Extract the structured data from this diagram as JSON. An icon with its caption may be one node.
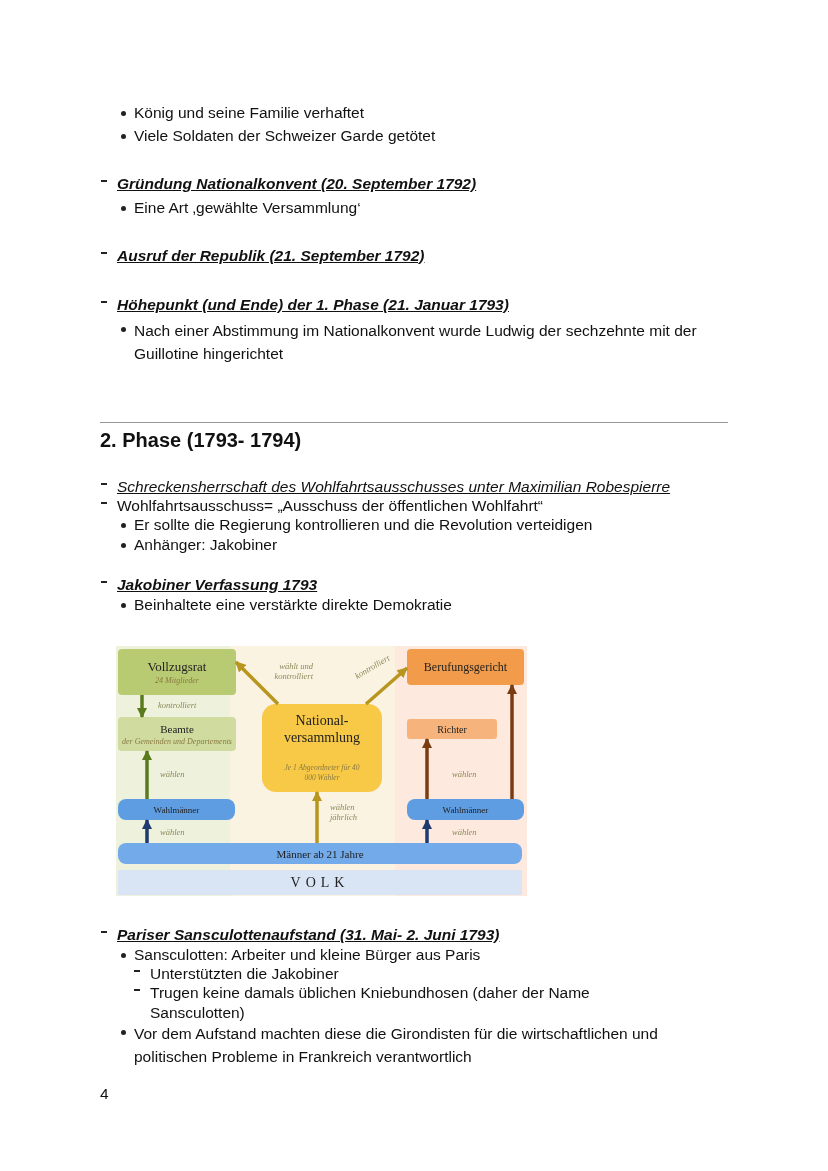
{
  "diagram": {
    "nodes": [
      {
        "text": [
          "Vollzugsrat",
          "24 Mitglieder"
        ]
      },
      {
        "text": [
          "Beamte",
          "der Gemeinden und Departements"
        ]
      },
      {
        "text": [
          "National-versammlung",
          "Je 1 Abgeordneter für 40 000 Wähler"
        ]
      },
      {
        "text": [
          "Berufungsgericht"
        ]
      },
      {
        "text": [
          "Richter"
        ]
      },
      {
        "text": [
          "Wahlmänner"
        ]
      },
      {
        "text": [
          "Wahlmänner"
        ]
      },
      {
        "text": [
          "Männer ab 21 Jahre"
        ]
      },
      {
        "text": [
          "VOLK"
        ]
      }
    ],
    "edges": [
      {
        "from": 0,
        "to": 1,
        "arrow": "to",
        "label": "kontrolliert",
        "color": "#5a7a1e"
      },
      {
        "from": 5,
        "to": 1,
        "arrow": "to",
        "label": "wählen",
        "color": "#5a7a1e"
      },
      {
        "from": 7,
        "to": 5,
        "arrow": "to",
        "label": "wählen",
        "color": "#1f3a6e"
      },
      {
        "from": 2,
        "to": 0,
        "arrow": "to",
        "label": "wählt und kontrolliert",
        "color": "#b8961e"
      },
      {
        "from": 2,
        "to": 3,
        "arrow": "to",
        "label": "kontrolliert",
        "color": "#b8961e"
      },
      {
        "from": 7,
        "to": 2,
        "arrow": "to",
        "label": "wählen jährlich",
        "color": "#b8961e"
      },
      {
        "from": 6,
        "to": 4,
        "arrow": "to",
        "label": "wählen",
        "color": "#7a3b12"
      },
      {
        "from": 6,
        "to": 3,
        "arrow": "to",
        "color": "#7a3b12"
      },
      {
        "from": 7,
        "to": 6,
        "arrow": "to",
        "label": "wählen",
        "color": "#1f3a6e"
      }
    ],
    "labels": [
      "König und seine Familie verhaftet",
      "Viele Soldaten der Schweizer Garde getötet",
      "Gründung Nationalkonvent (20. September 1792)",
      "Eine Art ‚gewählte Versammlung‘",
      "Ausruf der Republik (21. September 1792)",
      "Höhepunkt (und Ende) der 1. Phase (21. Januar 1793)",
      "Nach einer Abstimmung im Nationalkonvent wurde Ludwig der sechzehnte mit der Guillotine hingerichtet",
      "2. Phase (1793- 1794)",
      "Schreckensherrschaft des Wohlfahrtsausschusses unter Maximilian Robespierre",
      "Wohlfahrtsausschuss= „Ausschuss der öffentlichen Wohlfahrt“",
      "Er sollte die Regierung kontrollieren und die Revolution verteidigen",
      "Anhänger: Jakobiner",
      "Jakobiner Verfassung 1793",
      "Beinhaltete eine verstärkte direkte Demokratie",
      "Pariser Sansculottenaufstand (31. Mai- 2. Juni 1793)",
      "Sansculotten: Arbeiter und kleine Bürger aus Paris",
      "Unterstützten die Jakobiner",
      "Trugen keine damals üblichen Kniebundhosen (daher der Name Sansculotten)",
      "Vor dem Aufstand machten diese die Girondisten für die wirtschaftlichen und politischen Probleme in Frankreich verantwortlich",
      "4"
    ]
  }
}
